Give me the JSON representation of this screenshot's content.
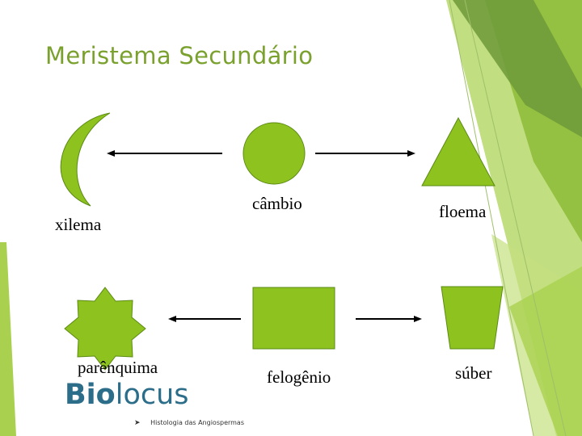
{
  "slide": {
    "title": "Meristema Secundário",
    "labels": {
      "xilema": "xilema",
      "cambio": "câmbio",
      "floema": "floema",
      "parenquima": "parênquima",
      "felogenio": "felogênio",
      "suber": "súber"
    },
    "logo": {
      "bio": "Bio",
      "locus": "locus"
    },
    "footer": {
      "bullet": "➤",
      "text": "Histologia das Angiospermas"
    }
  },
  "colors": {
    "shape_fill": "#8ec21f",
    "shape_stroke": "#5b8a14",
    "decor_light": "#b6d86b",
    "decor_mid": "#8fbe3a",
    "decor_dark": "#6d9a3a",
    "title": "#7aa12e",
    "logo": "#2c6e8a"
  }
}
